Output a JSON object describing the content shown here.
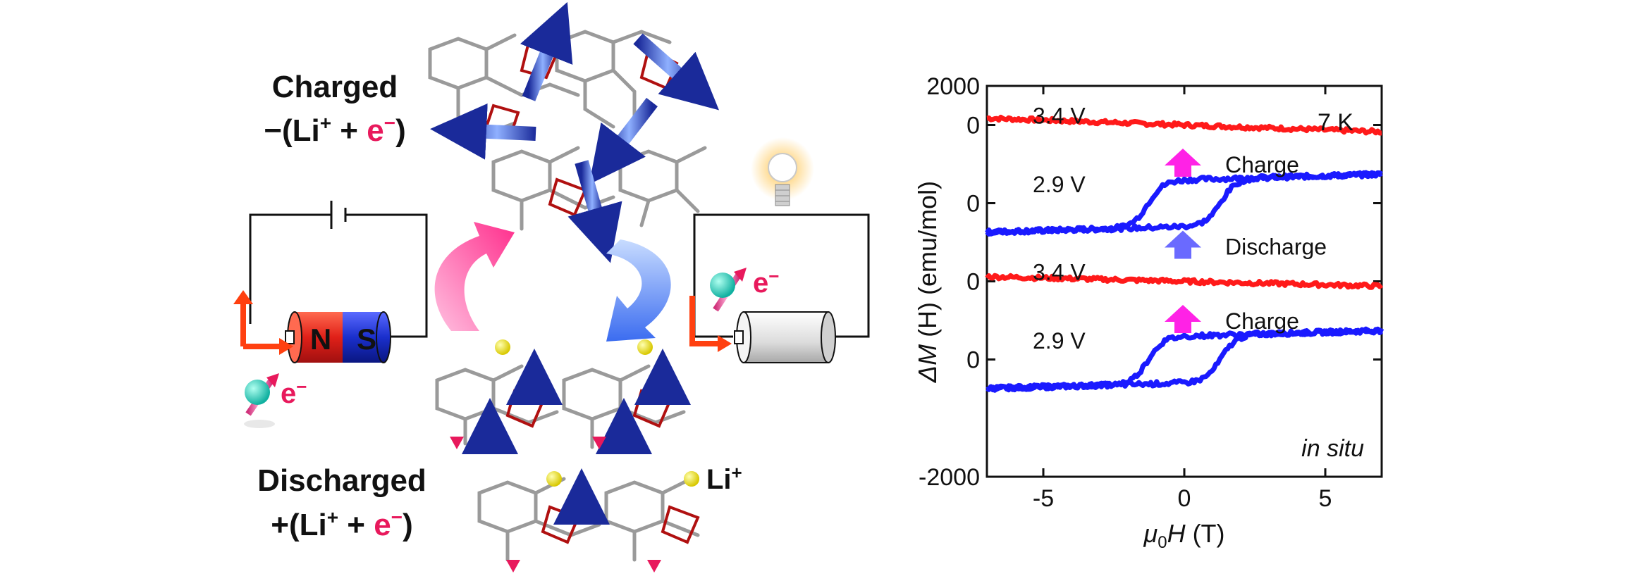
{
  "diagram": {
    "charged_label": "Charged",
    "charged_formula_prefix": "−(Li",
    "charged_formula_mid": " + ",
    "charged_formula_e": "e",
    "charged_formula_end": ")",
    "discharged_label": "Discharged",
    "discharged_formula_prefix": "+(Li",
    "discharged_formula_mid": " + ",
    "discharged_formula_e": "e",
    "discharged_formula_end": ")",
    "li_ion_label": "Li",
    "plus_sup": "+",
    "minus_sup": "−",
    "electron_label": "e",
    "magnet_n": "N",
    "magnet_s": "S",
    "colors": {
      "electron_pink": "#e8195c",
      "magnet_red": "#e02018",
      "magnet_blue": "#1a2fcc",
      "arrow_pink": "#ff4fa0",
      "arrow_blue": "#5a8cf5"
    }
  },
  "chart_data": {
    "type": "line",
    "xlabel_mu": "μ",
    "xlabel_sub": "0",
    "xlabel_H": "H",
    "xlabel_unit": " (T)",
    "ylabel_delta": "ΔM",
    "ylabel_H": " (H)",
    "ylabel_unit": " (emu/mol)",
    "xlim": [
      -7,
      7
    ],
    "ylim": [
      -2000,
      2000
    ],
    "x_ticks": [
      -5,
      0,
      5
    ],
    "y_ticks": [
      {
        "value": 2000,
        "label": "2000"
      },
      {
        "value": 1600,
        "label": "0"
      },
      {
        "value": 800,
        "label": "0"
      },
      {
        "value": 0,
        "label": "0"
      },
      {
        "value": -800,
        "label": "0"
      },
      {
        "value": -2000,
        "label": "-2000"
      }
    ],
    "temperature_label": "7 K",
    "condition_label": "in situ",
    "series": [
      {
        "name": "3.4 V",
        "color": "#ff1a1a",
        "offset": 1600,
        "loop": false,
        "slope": -10
      },
      {
        "name": "2.9 V",
        "color": "#1a1aff",
        "offset": 800,
        "loop": true,
        "amplitude": 240,
        "coercive": 1.3
      },
      {
        "name": "3.4 V",
        "color": "#ff1a1a",
        "offset": 0,
        "loop": false,
        "slope": -7
      },
      {
        "name": "2.9 V",
        "color": "#1a1aff",
        "offset": -800,
        "loop": true,
        "amplitude": 240,
        "coercive": 1.3
      }
    ],
    "annotations": [
      {
        "text": "Charge",
        "arrow_color": "#ff22e6",
        "y": 1200
      },
      {
        "text": "Discharge",
        "arrow_color": "#6a6aff",
        "y": 360
      },
      {
        "text": "Charge",
        "arrow_color": "#ff22e6",
        "y": -400
      }
    ]
  }
}
